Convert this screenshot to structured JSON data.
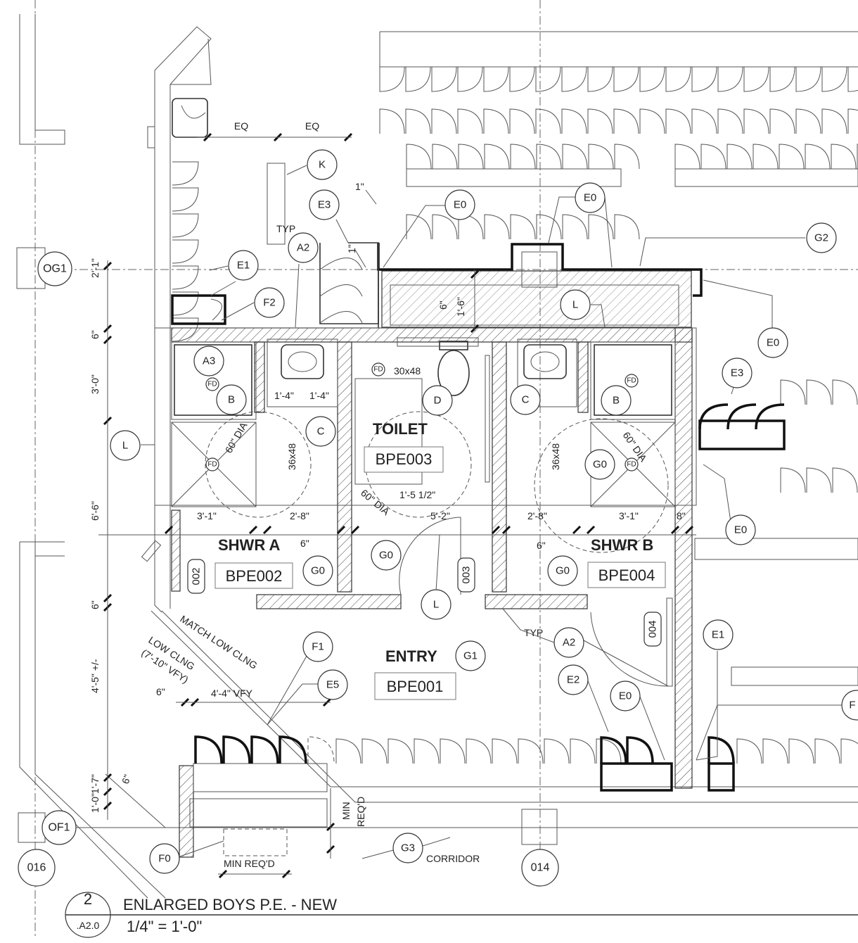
{
  "drawing": {
    "title": "ENLARGED BOYS P.E. - NEW",
    "scale": "1/4\" = 1'-0\"",
    "number": "2",
    "sheet": ".A2.0"
  },
  "rooms": [
    {
      "name": "TOILET",
      "number": "BPE003",
      "door": "003"
    },
    {
      "name": "SHWR A",
      "number": "BPE002",
      "door": "002"
    },
    {
      "name": "SHWR B",
      "number": "BPE004",
      "door": "004"
    },
    {
      "name": "ENTRY",
      "number": "BPE001",
      "tag": "G1"
    }
  ],
  "grid_bubbles": [
    "OG1",
    "OF1",
    "016",
    "014"
  ],
  "keynotes": {
    "k": "K",
    "e3": "E3",
    "e0": "E0",
    "g2": "G2",
    "a2": "A2",
    "e1": "E1",
    "f2": "F2",
    "l": "L",
    "a3": "A3",
    "b": "B",
    "c": "C",
    "d": "D",
    "g0": "G0",
    "f1": "F1",
    "e5": "E5",
    "e2": "E2",
    "f0": "F0",
    "g3": "G3",
    "f": "F"
  },
  "dimensions": {
    "eq": "EQ",
    "two_one": "2'-1\"",
    "six": "6\"",
    "three_zero": "3'-0\"",
    "six_six": "6'-6\"",
    "four_five": "4'-5\" +/-",
    "one_seven": "1'-7\"",
    "one_zero": "1'-0\"",
    "six_small": "6\"",
    "one_inch": "1\"",
    "one_inch_b": "1\"",
    "six_six_v": "6\"",
    "one_six": "1'-6\"",
    "one_four_a": "1'-4\"",
    "one_four_b": "1'-4\"",
    "three_one_a": "3'-1\"",
    "two_eight_a": "2'-8\"",
    "five_two": "5'-2\"",
    "two_eight_b": "2'-8\"",
    "three_one_b": "3'-1\"",
    "eight": "8\"",
    "six_a": "6\"",
    "six_b": "6\"",
    "one_five_half": "1'-5 1/2\"",
    "thirty_by_48": "30x48",
    "thirtysix_a": "36x48",
    "thirtysix_b": "36x48",
    "dia_a": "60\" DIA",
    "dia_b": "60\" DIA",
    "dia_c": "60\" DIA",
    "four_four": "4'-4\" VFY",
    "six_c": "6\""
  },
  "notes": {
    "typ_a": "TYP",
    "typ_b": "TYP",
    "fd": "FD",
    "match_low": "MATCH LOW CLNG",
    "low_clng": "LOW CLNG",
    "low_clng_2": "(7'-10\" VFY)",
    "min_reqd_a": "MIN REQ'D",
    "min_reqd_b": "MIN",
    "min_reqd_c": "REQ'D",
    "corridor": "CORRIDOR"
  }
}
